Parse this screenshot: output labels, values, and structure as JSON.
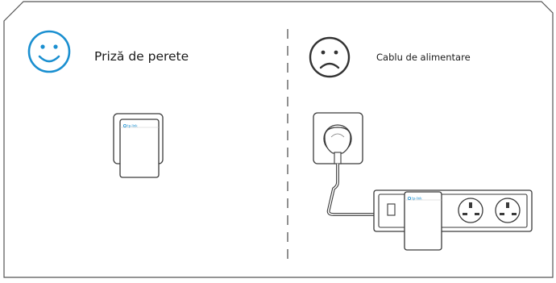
{
  "panels": {
    "good": {
      "label": "Priză de perete",
      "face": "happy-face-icon"
    },
    "bad": {
      "label": "Cablu de alimentare",
      "face": "sad-face-icon"
    }
  },
  "device": {
    "brand": "tp-link"
  },
  "colors": {
    "accent": "#1a8fd0",
    "outline": "#3a3a3a",
    "divider": "#555555"
  }
}
